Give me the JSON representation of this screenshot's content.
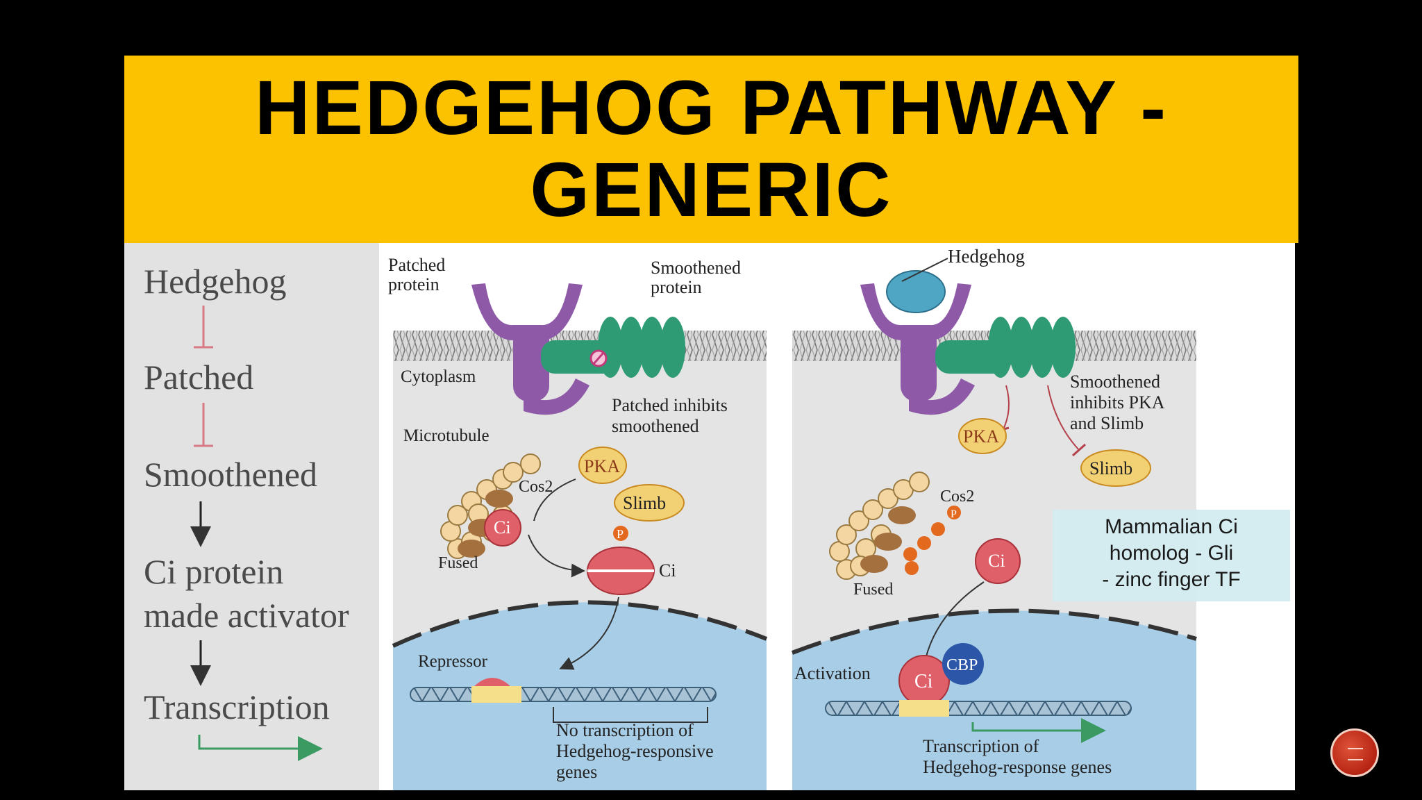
{
  "slide": {
    "title": "HEDGEHOG PATHWAY -\nGENERIC",
    "title_color": "#000000",
    "title_bar_color": "#fcc200",
    "background": "#000000"
  },
  "left_panel": {
    "steps": [
      "Hedgehog",
      "Patched",
      "Smoothened",
      "Ci protein",
      "made activator",
      "Transcription"
    ]
  },
  "middle_panel": {
    "patched_label": [
      "Patched",
      "protein"
    ],
    "smoothened_label": [
      "Smoothened",
      "protein"
    ],
    "cytoplasm": "Cytoplasm",
    "inhibit_label": [
      "Patched inhibits",
      "smoothened"
    ],
    "microtubule": "Microtubule",
    "cos2": "Cos2",
    "fused": "Fused",
    "ci": "Ci",
    "ci_cleaved": "Ci",
    "pka": "PKA",
    "slimb": "Slimb",
    "p": "P",
    "repressor": "Repressor",
    "caption": [
      "No transcription of",
      "Hedgehog-responsive",
      "genes"
    ]
  },
  "right_panel": {
    "hedgehog": "Hedgehog",
    "inhibit_label": [
      "Smoothened",
      "inhibits PKA",
      "and Slimb"
    ],
    "pka": "PKA",
    "slimb": "Slimb",
    "cos2": "Cos2",
    "fused": "Fused",
    "p": "P",
    "ci": "Ci",
    "ci_active": "Ci",
    "cbp": "CBP",
    "activation": "Activation",
    "caption": [
      "Transcription of",
      "Hedgehog-response genes"
    ]
  },
  "note": {
    "text": "Mammalian Ci\nhomolog - Gli\n- zinc finger TF"
  },
  "nav": {
    "icon": "menu-lines-icon",
    "color": "#c43a22"
  }
}
